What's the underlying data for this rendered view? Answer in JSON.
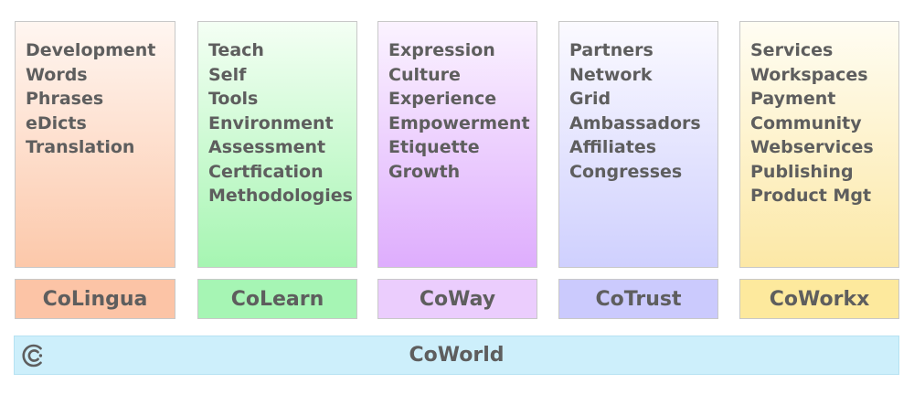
{
  "columns": [
    {
      "label": "CoLingua",
      "items": [
        "Development",
        "Words",
        "Phrases",
        "eDicts",
        "Translation"
      ],
      "box_colors": [
        "#fff6f1",
        "#fcc8aa"
      ],
      "label_color": "#fcc4a6"
    },
    {
      "label": "CoLearn",
      "items": [
        "Teach",
        "Self",
        "Tools",
        "Environment",
        "Assessment",
        "Certfication",
        "Methodologies"
      ],
      "box_colors": [
        "#f4fff4",
        "#a6f5b2"
      ],
      "label_color": "#a6f5b4"
    },
    {
      "label": "CoWay",
      "items": [
        "Expression",
        "Culture",
        "Experience",
        "Empowerment",
        "Etiquette",
        "Growth"
      ],
      "box_colors": [
        "#fbf3ff",
        "#deadfd"
      ],
      "label_color": "#ebcdfd"
    },
    {
      "label": "CoTrust",
      "items": [
        "Partners",
        "Network",
        "Grid",
        "Ambassadors",
        "Affiliates",
        "Congresses"
      ],
      "box_colors": [
        "#fbfaff",
        "#cfd0fe"
      ],
      "label_color": "#cbcafd"
    },
    {
      "label": "CoWorkx",
      "items": [
        "Services",
        "Workspaces",
        "Payment",
        "Community",
        "Webservices",
        "Publishing",
        "Product Mgt"
      ],
      "box_colors": [
        "#fffdf3",
        "#fce8a6"
      ],
      "label_color": "#fde99d"
    }
  ],
  "world": {
    "title": "CoWorld",
    "logo": "cc-logo-icon",
    "color": "#cdeffb"
  },
  "text_color": "#5e5e5e"
}
